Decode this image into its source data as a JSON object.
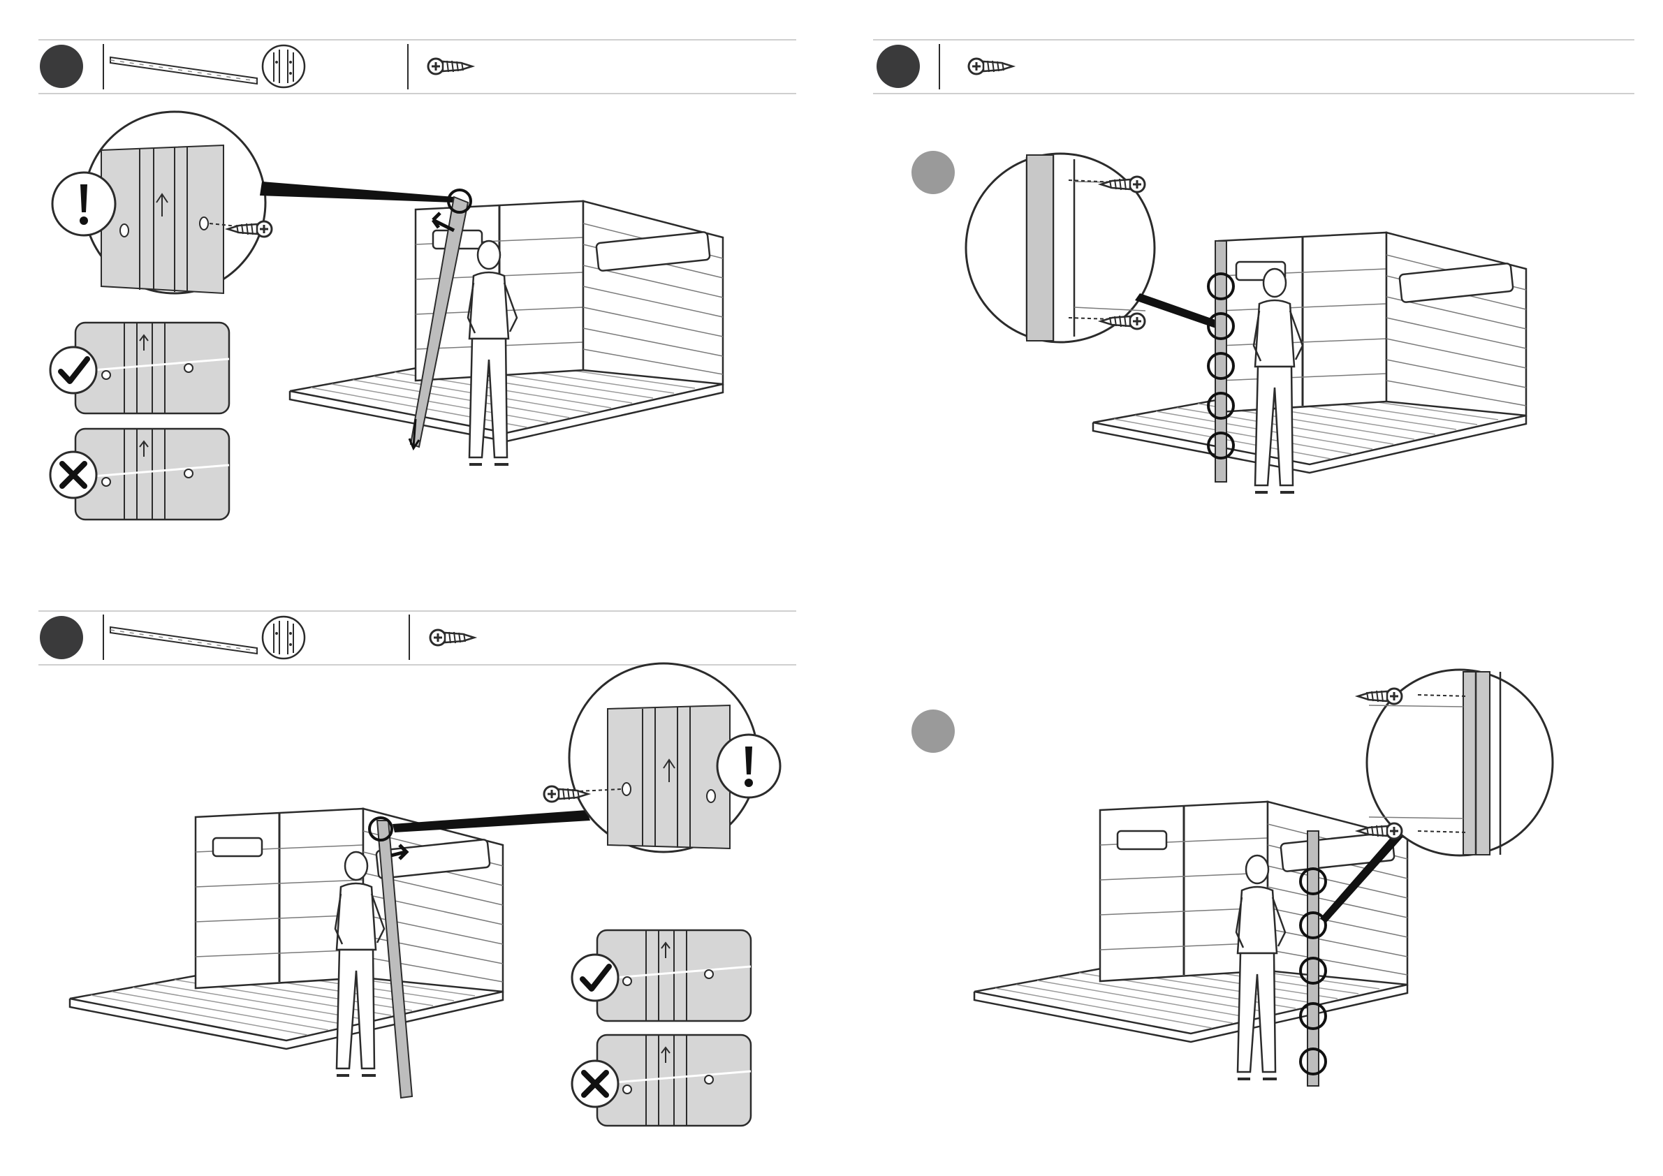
{
  "document": {
    "type": "assembly-instructions",
    "steps": [
      {
        "id": "A",
        "panel": "top-left",
        "parts": [
          "long-rail-part",
          "post-profile-part",
          "screw-part"
        ]
      },
      {
        "id": "B",
        "panel": "top-right",
        "parts": [
          "screw-part"
        ],
        "substeps": 1
      },
      {
        "id": "C",
        "panel": "bottom-left",
        "parts": [
          "long-rail-part",
          "post-profile-part",
          "screw-part"
        ]
      },
      {
        "id": "D",
        "panel": "bottom-right",
        "substeps": 1
      }
    ],
    "symbols": {
      "warning": "!",
      "correct": "check-icon",
      "incorrect": "cross-icon"
    },
    "colors": {
      "step_badge": "#3a3a3b",
      "substep_badge": "#9a9a9a",
      "panel_fill": "#d6d6d6",
      "line": "#2b2b2b"
    }
  }
}
